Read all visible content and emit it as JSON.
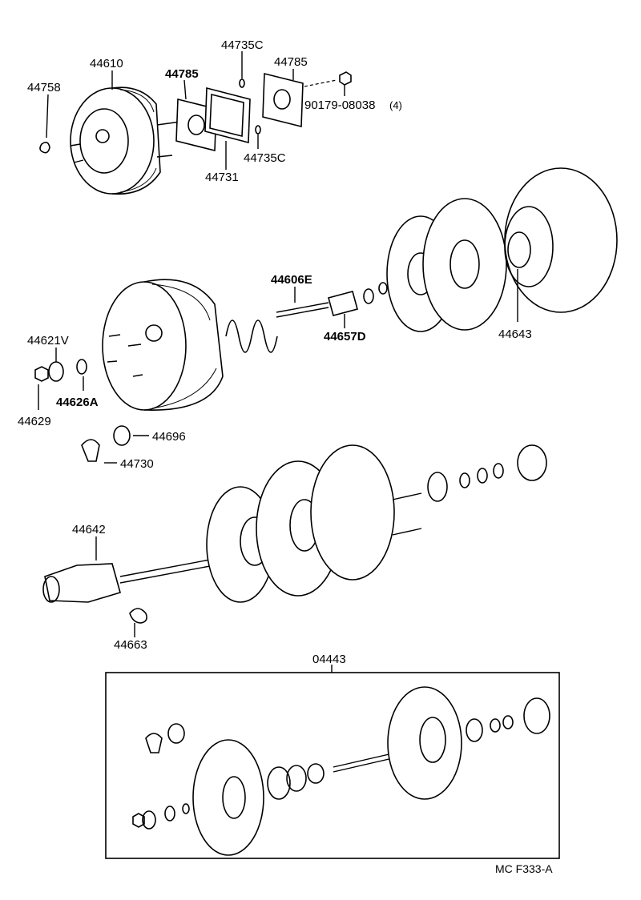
{
  "labels": {
    "p44758": "44758",
    "p44610": "44610",
    "p44785a": "44785",
    "p44735c_top": "44735C",
    "p44785b": "44785",
    "p90179": "90179-08038",
    "p90179_qty": "(4)",
    "p44735c_bot": "44735C",
    "p44731": "44731",
    "p44606e": "44606E",
    "p44657d": "44657D",
    "p44643": "44643",
    "p44621v": "44621V",
    "p44626a": "44626A",
    "p44629": "44629",
    "p44696": "44696",
    "p44730": "44730",
    "p44642": "44642",
    "p44663": "44663",
    "p04443": "04443",
    "catalog_code": "MC F333-A"
  }
}
